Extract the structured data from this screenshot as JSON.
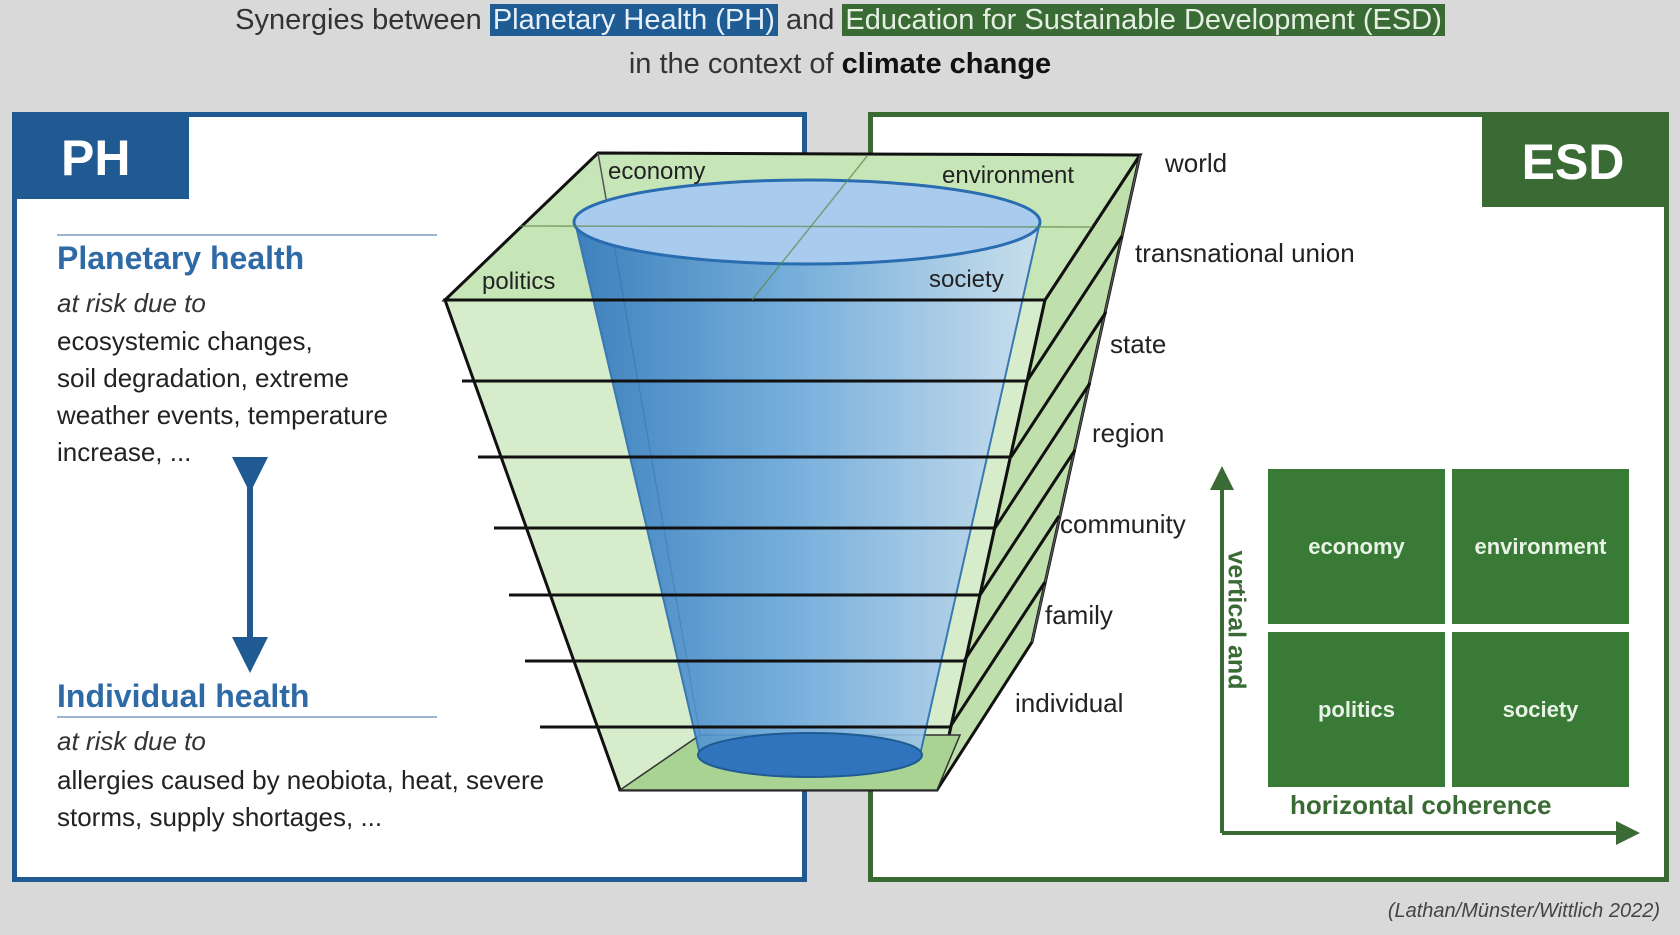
{
  "title": {
    "prefix": "Synergies between",
    "ph_highlight": "Planetary Health (PH)",
    "and": "and",
    "esd_highlight": "Education for Sustainable Development (ESD)",
    "line2_prefix": "in the context of",
    "line2_bold": "climate change"
  },
  "ph_panel": {
    "label": "PH",
    "planetary": {
      "heading": "Planetary health",
      "risk": "at risk due to",
      "lines": [
        "ecosystemic changes,",
        "soil degradation, extreme",
        "weather events, temperature",
        "increase, ..."
      ]
    },
    "individual": {
      "heading": "Individual health",
      "risk": "at risk due to",
      "lines": [
        "allergies caused by neobiota, heat, severe",
        "storms, supply shortages, ..."
      ]
    }
  },
  "cube": {
    "top_labels": {
      "economy": "economy",
      "environment": "environment",
      "politics": "politics",
      "society": "society"
    },
    "levels": [
      "world",
      "transnational union",
      "state",
      "region",
      "community",
      "family",
      "individual"
    ]
  },
  "esd_panel": {
    "label": "ESD",
    "grid": {
      "top_left": "economy",
      "top_right": "environment",
      "bottom_left": "politics",
      "bottom_right": "society"
    },
    "axis_vertical": "vertical and",
    "axis_horizontal": "horizontal coherence"
  },
  "credit": "(Lathan/Münster/Wittlich 2022)",
  "colors": {
    "ph_blue": "#1f5a92",
    "esd_green": "#3a6b35",
    "cube_green": "#cfe6c0",
    "cup_blue": "#5b9bd5"
  }
}
